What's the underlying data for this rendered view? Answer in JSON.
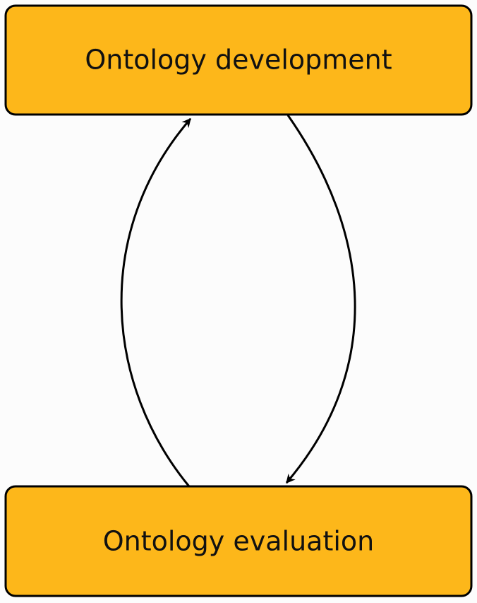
{
  "diagram": {
    "nodes": {
      "development": {
        "label": "Ontology development"
      },
      "evaluation": {
        "label": "Ontology evaluation"
      }
    },
    "edges": [
      {
        "from": "evaluation",
        "to": "development"
      },
      {
        "from": "development",
        "to": "evaluation"
      }
    ]
  },
  "colors": {
    "background": "#fcfcfc",
    "node_fill": "#fdb71a",
    "stroke": "#000000",
    "text": "#111111"
  }
}
